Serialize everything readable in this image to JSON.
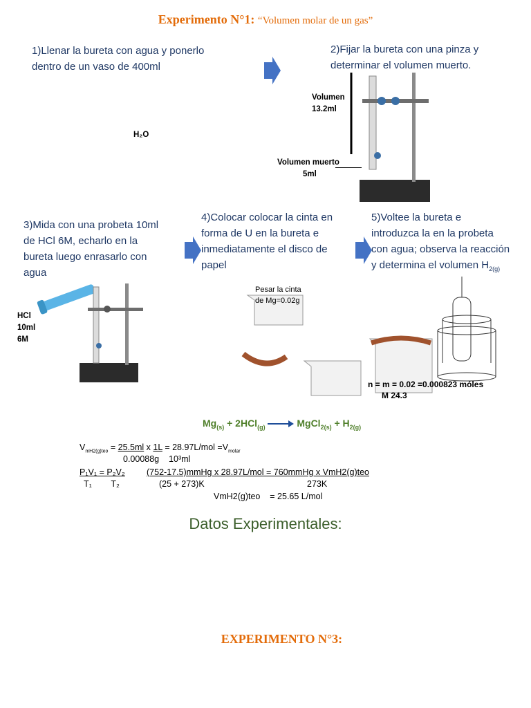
{
  "title": {
    "prefix": "Experimento N°1:",
    "subtitle": "“Volumen molar de un gas”"
  },
  "steps": {
    "s1": [
      "1)Llenar la bureta con agua y ponerlo",
      "dentro de un vaso de 400ml"
    ],
    "s2": [
      "2)Fijar la bureta con una pinza y",
      "determinar el volumen muerto."
    ],
    "s3": [
      "3)Mida con una probeta 10ml",
      "de HCl 6M, echarlo en la",
      "bureta luego enrasarlo con",
      "agua"
    ],
    "s4": [
      "4)Colocar colocar la cinta en",
      "forma de U en la bureta e",
      "inmediatamente el disco de",
      "papel"
    ],
    "s5": [
      "5)Voltee la bureta e",
      "introduzca la en la probeta",
      "con agua; observa la reacción",
      "y determina el volumen H",
      "2(g)"
    ]
  },
  "labels": {
    "h2o": "H₂O",
    "volumen": "Volumen",
    "volumen_val": "13.2ml",
    "volumen_muerto": "Volumen muerto",
    "volumen_muerto_val": "5ml",
    "hcl": [
      "HCl",
      "10ml",
      "6M"
    ],
    "pesar": [
      "Pesar la cinta",
      "de Mg=0.02g"
    ],
    "moles": "n = m = 0.02 =0.000823 móles",
    "moles_den": "M    24.3"
  },
  "reaction": {
    "mg": "Mg",
    "mg_sub": "(s)",
    "hcl": " + 2HCl",
    "hcl_sub": "(g)",
    "mgcl": "MgCl",
    "mgcl_sub": "2(s)",
    "h2": " + H",
    "h2_sub": "2(g)"
  },
  "calc": {
    "line1_v": "V",
    "line1_sub": "mH2(g)teo",
    "line1_num1": "25.5ml",
    "line1_x": " x ",
    "line1_num2": "1L",
    "line1_rest": " = 28.97L/mol =V",
    "line1_rest_sub": "molar",
    "line2_den1": "0.00088g",
    "line2_den2": "10³ml",
    "line3_left": "P₁V₁ = P₂V₂",
    "line3_mid": "(752-17.5)mmHg x 28.97L/mol = 760mmHg x VmH2(g)teo",
    "line4_left": "T₁        T₂",
    "line4_mid": "(25 + 273)K",
    "line4_right": "273K",
    "line5": "VmH2(g)teo    = 25.65 L/mol"
  },
  "datos": "Datos Experimentales:",
  "title3": "EXPERIMENTO N°3:",
  "colors": {
    "accent_orange": "#e36c0a",
    "step_blue": "#1f3864",
    "arrow_blue": "#4472c4",
    "green": "#4f7f2a"
  }
}
